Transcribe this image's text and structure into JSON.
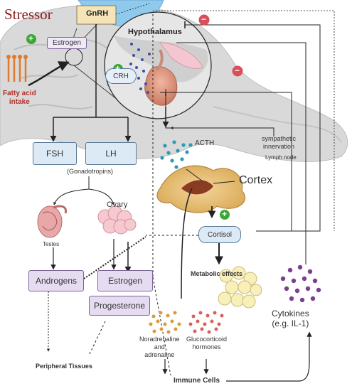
{
  "labels": {
    "stressor": "Stressor",
    "gnrh": "GnRH",
    "hypothalamus": "Hypothalamus",
    "estrogen_top": "Estrogen",
    "crh": "CRH",
    "fatty_acid": "Fatty acid\nintake",
    "fsh": "FSH",
    "lh": "LH",
    "gonadotropins": "(Gonadotropins)",
    "acth": "ACTH",
    "sympathetic": "sympathetic\ninnervation",
    "lymph_node": "Lymph node",
    "cortex": "Cortex",
    "testes": "Testes",
    "ovary": "Ovary",
    "cortisol": "Cortisol",
    "metabolic": "Metabolic effects",
    "androgens": "Androgens",
    "estrogen_bottom": "Estrogen",
    "progesterone": "Progesterone",
    "cytokines": "Cytokines\n(e.g. IL-1)",
    "noradrenaline": "Noradrenaline\nand\nadrenaline",
    "glucocorticoid": "Glucocorticoid\nhormones",
    "peripheral": "Peripheral Tissues",
    "immune": "Immune Cells"
  },
  "signs": {
    "plus": "+",
    "minus": "−"
  },
  "colors": {
    "bg": "#ffffff",
    "stressor_red": "#8b1a1a",
    "plus_green": "#3aa835",
    "minus_red": "#d94f5c",
    "pink_gland": "#e8a8a8",
    "blue_dots": "#2a9ab5",
    "cytokine_dots": "#7a3f8f",
    "orange_dots": "#d99a3a",
    "red_dots": "#d9605a"
  }
}
